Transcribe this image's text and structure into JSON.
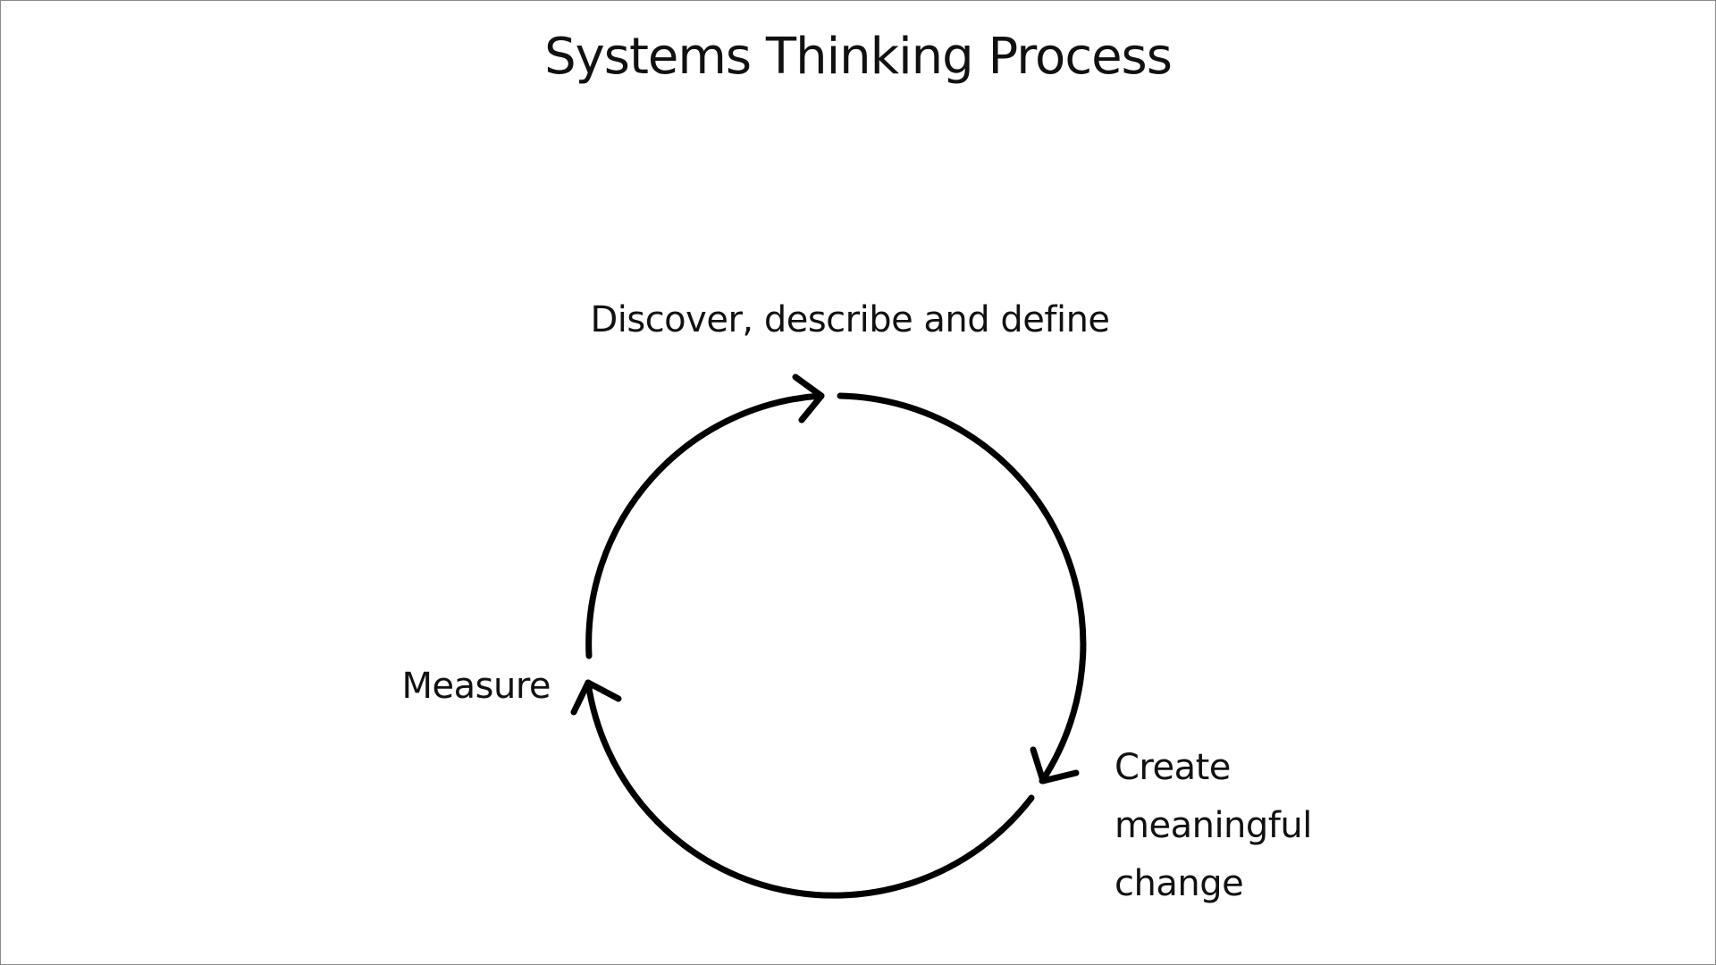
{
  "diagram": {
    "title": "Systems Thinking Process",
    "stages": [
      {
        "label": "Discover, describe and define"
      },
      {
        "label": "Create\nmeaningful\nchange"
      },
      {
        "label": "Measure"
      }
    ],
    "stroke_color": "#000000",
    "text_color": "#111111"
  }
}
